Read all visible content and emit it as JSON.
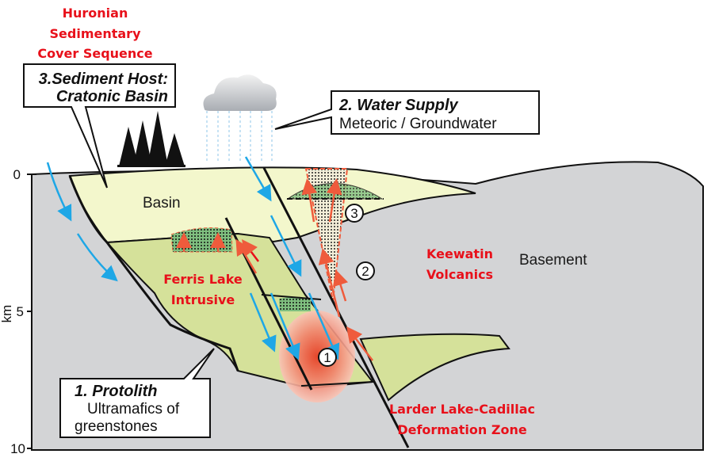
{
  "title": {
    "lines": [
      "Huronian",
      "Sedimentary",
      "Cover Sequence"
    ]
  },
  "callouts": {
    "sediment_host": {
      "line1": "3.Sediment Host:",
      "line2": "Cratonic Basin"
    },
    "water_supply": {
      "line1": "2. Water Supply",
      "line2": "Meteoric / Groundwater"
    },
    "protolith": {
      "line1": "1. Protolith",
      "line2": "Ultramafics of",
      "line3": "greenstones"
    }
  },
  "labels": {
    "basin": "Basin",
    "basement": "Basement",
    "keewatin": [
      "Keewatin",
      "Volcanics"
    ],
    "ferris": [
      "Ferris Lake",
      "Intrusive"
    ],
    "larder": [
      "Larder Lake-Cadillac",
      "Deformation Zone"
    ]
  },
  "markers": [
    "1",
    "2",
    "3"
  ],
  "axis": {
    "label": "km",
    "ticks": [
      "0",
      "5",
      "10"
    ]
  },
  "colors": {
    "basin": "#f3f7cc",
    "intrusive": "#d5e19a",
    "basement": "#d3d4d6",
    "label_red": "#e8101a",
    "water_arrow": "#1ea7e6",
    "fluid_arrow": "#ef5b3c"
  }
}
